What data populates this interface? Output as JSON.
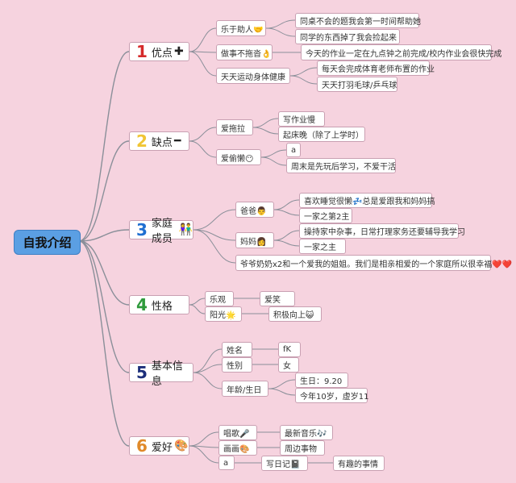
{
  "root": "自我介绍",
  "colors": {
    "link": "#8a8f99",
    "background": "#f6d3df"
  },
  "branches": [
    {
      "num": "1",
      "label": "优点",
      "sym": "✚",
      "color": "#d52a2a"
    },
    {
      "num": "2",
      "label": "缺点",
      "sym": "━",
      "color": "#f0c534"
    },
    {
      "num": "3",
      "label": "家庭成员",
      "sym": "👫",
      "color": "#1f6fd1"
    },
    {
      "num": "4",
      "label": "性格",
      "sym": "",
      "color": "#2e9a3b"
    },
    {
      "num": "5",
      "label": "基本信息",
      "sym": "",
      "color": "#1c2e7a"
    },
    {
      "num": "6",
      "label": "爱好",
      "sym": "🎨",
      "color": "#e08a2a"
    }
  ],
  "nodes": {
    "b1_c1": "乐于助人🤝",
    "b1_c1_1": "同桌不会的题我会第一时间帮助她",
    "b1_c1_2": "同学的东西掉了我会捡起来",
    "b1_c2": "做事不拖沓👌",
    "b1_c2_1": "今天的作业一定在九点钟之前完成/校内作业会很快完成",
    "b1_c3": "天天运动身体健康",
    "b1_c3_1": "每天会完成体育老师布置的作业",
    "b1_c3_2": "天天打羽毛球/乒乓球",
    "b2_c1": "爱拖拉",
    "b2_c1_1": "写作业慢",
    "b2_c1_2": "起床晚（除了上学时）",
    "b2_c2": "爱偷懒😶",
    "b2_c2_1": "a",
    "b2_c2_2": "周末是先玩后学习，不爱干活",
    "b3_c1": "爸爸👨",
    "b3_c1_1": "喜欢睡觉很懒💤总是爱跟我和妈妈搞",
    "b3_c1_2": "一家之第2主",
    "b3_c2": "妈妈👩",
    "b3_c2_1": "操持家中杂事，日常打理家务还要辅导我学习",
    "b3_c2_2": "一家之主",
    "b3_c3": "爷爷奶奶x2和一个爱我的姐姐。我们是相亲相爱的一个家庭所以很幸福❤️❤️",
    "b4_c1": "乐观",
    "b4_c1_1": "爱笑",
    "b4_c2": "阳光🌟",
    "b4_c2_1": "积极向上😺",
    "b5_c1": "姓名",
    "b5_c1_1": "fK",
    "b5_c2": "性别",
    "b5_c2_1": "女",
    "b5_c3": "年龄/生日",
    "b5_c3_1": "生日：9.20",
    "b5_c3_2": "今年10岁，虚岁11",
    "b6_c1": "唱歌🎤",
    "b6_c1_1": "最新音乐🎶",
    "b6_c2": "画画🎨",
    "b6_c2_1": "周边事物",
    "b6_c3": "a",
    "b6_c3_1": "写日记📓",
    "b6_c3_1_1": "有趣的事情"
  }
}
